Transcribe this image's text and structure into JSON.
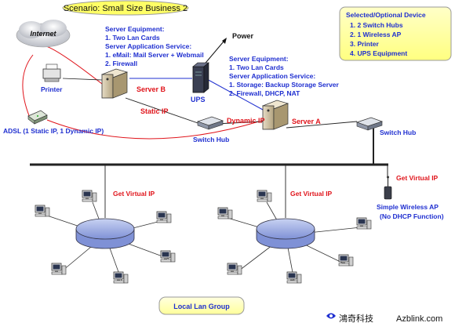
{
  "title": "Scenario:  Small Size Business 2",
  "internet_label": "Internet",
  "power_label": "Power",
  "ups_label": "UPS",
  "printer_label": "Printer",
  "adsl_label": "ADSL (1 Static IP, 1 Dynamic IP)",
  "server_b": {
    "label": "Server B",
    "lines": [
      "Server Equipment:",
      "1. Two Lan Cards",
      "Server Application Service:",
      "1. eMail: Mail Server + Webmail",
      "2. Firewall"
    ]
  },
  "server_a": {
    "label": "Server A",
    "lines": [
      "Server Equipment:",
      "1. Two Lan Cards",
      "Server Application Service:",
      "1. Storage: Backup Storage Server",
      "2. Firewall, DHCP, NAT"
    ]
  },
  "static_ip_label": "Static IP",
  "dynamic_ip_label": "Dynamic IP",
  "switch_hub_label": "Switch Hub",
  "optional_box": {
    "lines": [
      "Selected/Optional Device",
      "1. 2 Switch Hubs",
      "2. 1 Wireless AP",
      "3. Printer",
      "4. UPS Equipment"
    ]
  },
  "get_virtual_ip": "Get Virtual IP",
  "wireless_ap_lines": [
    "Simple Wireless AP",
    "(No DHCP Function)"
  ],
  "lan_group_label": "Local Lan Group",
  "brand": {
    "chinese": "鴻奇科技",
    "site": "Azblink.com"
  },
  "colors": {
    "blue_text": "#1f2fd0",
    "red_text": "#e0141b",
    "hub_fill": "#a9b7e8",
    "box_fill": "#ffff99"
  }
}
